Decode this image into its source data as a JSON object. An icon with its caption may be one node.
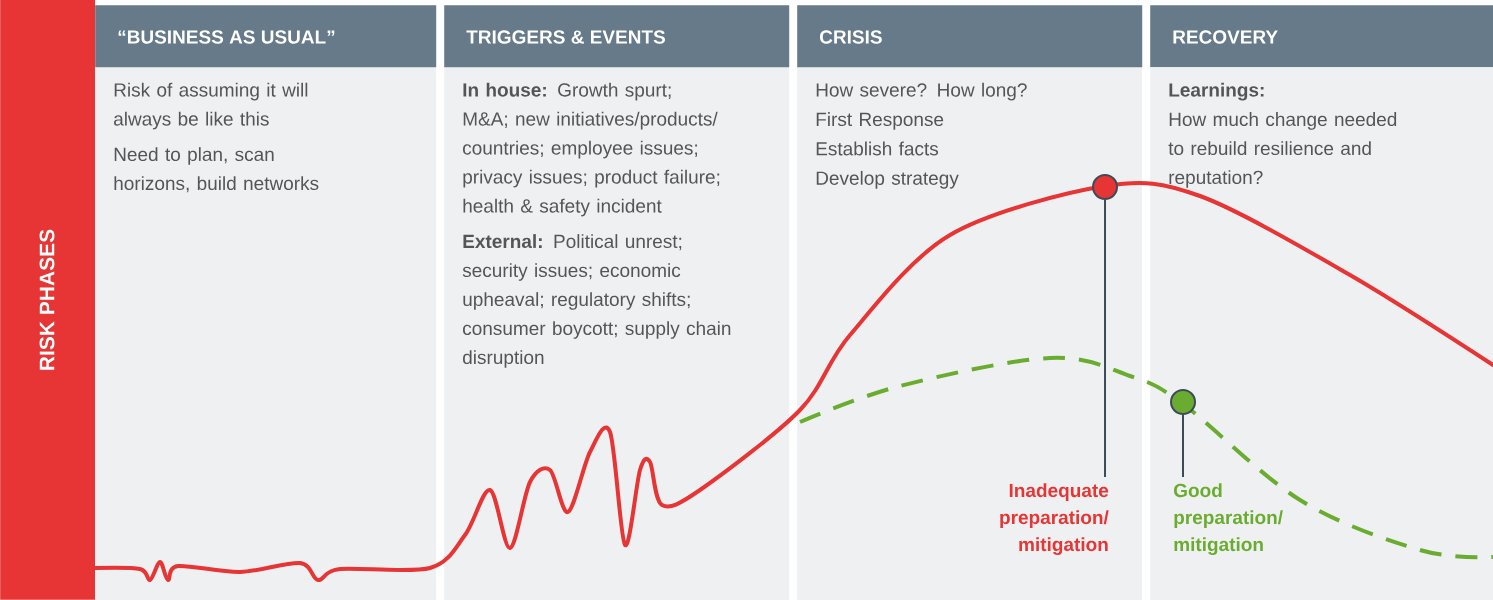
{
  "diagram": {
    "nodes": [
      {
        "text": [
          "RISK PHASES"
        ]
      },
      {
        "text": [
          "“BUSINESS AS USUAL”",
          "Risk of assuming it will always be like this",
          "Need to plan, scan horizons, build networks"
        ]
      },
      {
        "text": [
          "TRIGGERS & EVENTS",
          "**In house:** Growth spurt; M&A; new initiatives/products/ countries; employee issues; privacy issues; product failure; health & safety incident",
          "**External:** Political unrest; security issues; economic upheaval; regulatory shifts; consumer boycott; supply chain disruption"
        ]
      },
      {
        "text": [
          "CRISIS",
          "How severe? How long?",
          "First Response",
          "Establish facts",
          "Develop strategy"
        ]
      },
      {
        "text": [
          "RECOVERY",
          "Learnings:",
          "How much change needed to rebuild resilience and reputation?"
        ]
      },
      {
        "text": [],
        "shape": "circle",
        "in": 3
      },
      {
        "text": [
          "Inadequate preparation/ mitigation"
        ],
        "in": 3
      },
      {
        "text": [],
        "shape": "circle",
        "in": 4
      },
      {
        "text": [
          "Good preparation/ mitigation"
        ],
        "in": 4
      }
    ],
    "edges": [
      {
        "from": 6,
        "to": 5,
        "arrow": "none"
      },
      {
        "from": 8,
        "to": 7,
        "arrow": "none"
      }
    ]
  }
}
